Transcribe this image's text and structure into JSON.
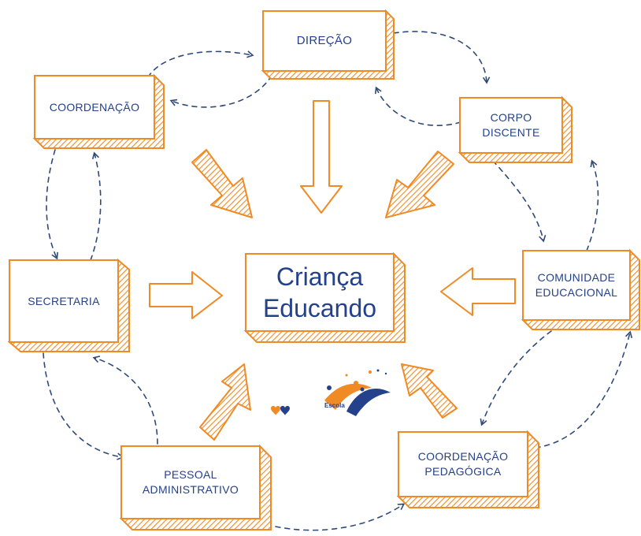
{
  "diagram": {
    "center": {
      "line1": "Criança",
      "line2": "Educando"
    },
    "nodes": {
      "direcao": "DIREÇÃO",
      "coordenacao": "COORDENAÇÃO",
      "corpo_discente": {
        "line1": "CORPO",
        "line2": "DISCENTE"
      },
      "secretaria": "SECRETARIA",
      "comunidade_educacional": {
        "line1": "COMUNIDADE",
        "line2": "EDUCACIONAL"
      },
      "pessoal_administrativo": {
        "line1": "PESSOAL",
        "line2": "ADMINISTRATIVO"
      },
      "coordenacao_pedagogica": {
        "line1": "COORDENAÇÃO",
        "line2": "PEDAGÓGICA"
      }
    },
    "logo": {
      "text": "Escola"
    },
    "colors": {
      "orange": "#f08a24",
      "navy": "#24418c",
      "dashed": "#2d4a7a",
      "hatch": "#f08a24"
    }
  }
}
